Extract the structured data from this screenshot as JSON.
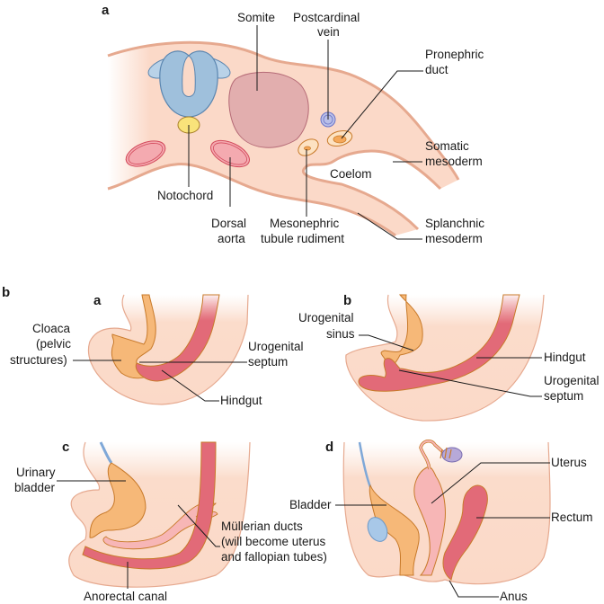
{
  "figure": {
    "panel_a": {
      "letter": "a",
      "labels": {
        "somite": "Somite",
        "postcardinal_vein_1": "Postcardinal",
        "postcardinal_vein_2": "vein",
        "pronephric_duct_1": "Pronephric",
        "pronephric_duct_2": "duct",
        "somatic_mesoderm_1": "Somatic",
        "somatic_mesoderm_2": "mesoderm",
        "coelom": "Coelom",
        "notochord": "Notochord",
        "dorsal_aorta_1": "Dorsal",
        "dorsal_aorta_2": "aorta",
        "mesonephric_1": "Mesonephric",
        "mesonephric_2": "tubule rudiment",
        "splanchnic_1": "Splanchnic",
        "splanchnic_2": "mesoderm"
      }
    },
    "panel_b": {
      "letter": "b",
      "sub_a": {
        "letter": "a",
        "cloaca_1": "Cloaca",
        "cloaca_2": "(pelvic",
        "cloaca_3": "structures)",
        "urogenital_septum_1": "Urogenital",
        "urogenital_septum_2": "septum",
        "hindgut": "Hindgut"
      },
      "sub_b": {
        "letter": "b",
        "urogenital_sinus_1": "Urogenital",
        "urogenital_sinus_2": "sinus",
        "hindgut": "Hindgut",
        "urogenital_septum_1": "Urogenital",
        "urogenital_septum_2": "septum"
      },
      "sub_c": {
        "letter": "c",
        "urinary_bladder_1": "Urinary",
        "urinary_bladder_2": "bladder",
        "mullerian_1": "Müllerian ducts",
        "mullerian_2": "(will become uterus",
        "mullerian_3": "and fallopian tubes)",
        "anorectal_canal": "Anorectal canal"
      },
      "sub_d": {
        "letter": "d",
        "uterus": "Uterus",
        "bladder": "Bladder",
        "rectum": "Rectum",
        "anus": "Anus"
      }
    }
  },
  "colors": {
    "tissue": "#fbd9c8",
    "tissue_edge": "#e6a98f",
    "neural_tube": "#9fc0dc",
    "somite": "#e2aeae",
    "notochord": "#f9e37a",
    "aorta": "#f4aab0",
    "vein": "#b9bfe8",
    "duct": "#f5b56f",
    "hindgut": "#e26a78",
    "uterus": "#f7b6b6",
    "ovary": "#b7a9d8"
  }
}
